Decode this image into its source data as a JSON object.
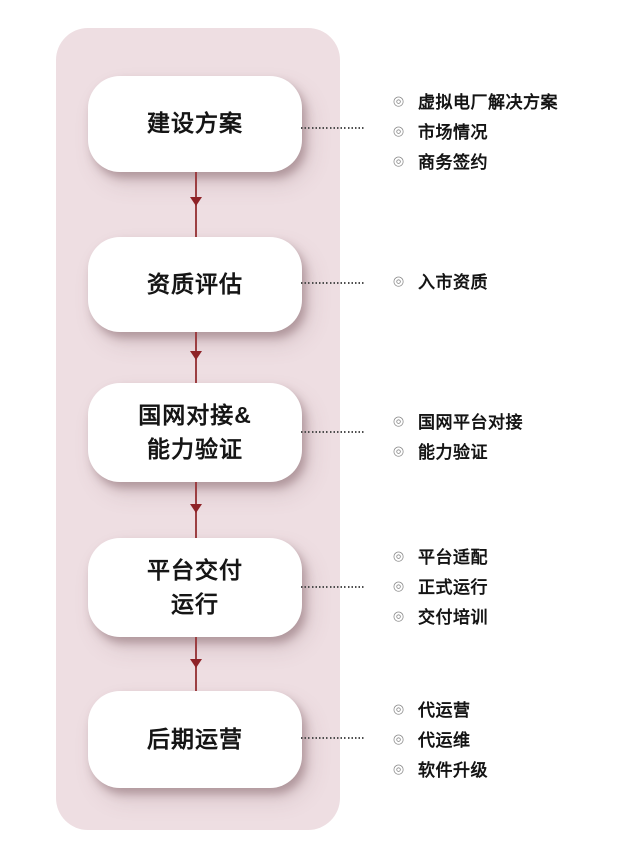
{
  "flow": {
    "bullet_icon": "◎",
    "steps": [
      {
        "label": "建设方案",
        "bullets": [
          "虚拟电厂解决方案",
          "市场情况",
          "商务签约"
        ]
      },
      {
        "label": "资质评估",
        "bullets": [
          "入市资质"
        ]
      },
      {
        "label": "国网对接&\n能力验证",
        "bullets": [
          "国网平台对接",
          "能力验证"
        ]
      },
      {
        "label": "平台交付\n运行",
        "bullets": [
          "平台适配",
          "正式运行",
          "交付培训"
        ]
      },
      {
        "label": "后期运营",
        "bullets": [
          "代运营",
          "代运维",
          "软件升级"
        ]
      }
    ]
  },
  "colors": {
    "panel_pink": "#eedee2",
    "box_white": "#ffffff",
    "arrow_red": "#8e2227",
    "dotted_gray": "#4d4d4d",
    "text_dark": "#141414"
  }
}
